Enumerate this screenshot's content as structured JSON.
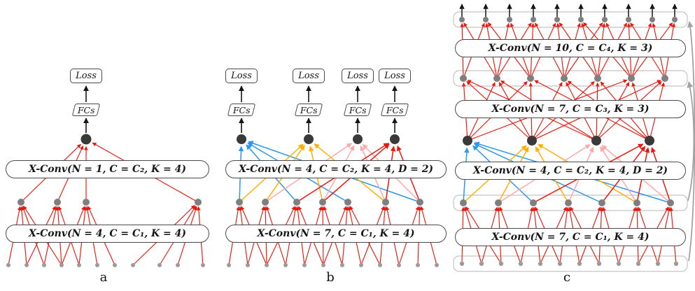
{
  "figure": {
    "captions": [
      "a",
      "b",
      "c"
    ],
    "labels": {
      "loss": "Loss",
      "fcs": "FCs"
    },
    "colors": {
      "red": "#e8180d",
      "blue": "#2b97ef",
      "orange": "#ffb000",
      "pink": "#ffa8a8",
      "black": "#151515",
      "gray_dot": "#7f7f7f",
      "light_gray_dot": "#9b9b9b",
      "dark_dot": "#3a3a3a",
      "skip_arrow": "#a3a3a3",
      "row_rect_border": "#c4c4c4",
      "box_border": "#4a4a4a"
    },
    "panels": [
      {
        "caption": "a",
        "conv_boxes": [
          "X-Conv(N = 4, C = C₁, K = 4)",
          "X-Conv(N = 1, C = C₂, K = 4)"
        ],
        "rows": {
          "input_points": 11,
          "level1_points": 4,
          "level2_points": 1
        },
        "loss_count": 1
      },
      {
        "caption": "b",
        "conv_boxes": [
          "X-Conv(N = 7, C = C₁, K = 4)",
          "X-Conv(N = 4, C = C₂, K = 4, D = 2)"
        ],
        "rows": {
          "input_points": 12,
          "level1_points": 7,
          "level2_points": 4
        },
        "loss_count": 4
      },
      {
        "caption": "c",
        "conv_boxes": [
          "X-Conv(N = 7, C = C₁, K = 4)",
          "X-Conv(N = 4, C = C₂, K = 4, D = 2)",
          "X-Conv(N = 7, C = C₃, K = 3)",
          "X-Conv(N = 10, C = C₄, K = 3)"
        ],
        "rows": {
          "input_points": 12,
          "level1_points": 7,
          "level2_points": 4,
          "level3_points": 7,
          "output_points": 10
        },
        "loss_count": 0
      }
    ]
  }
}
